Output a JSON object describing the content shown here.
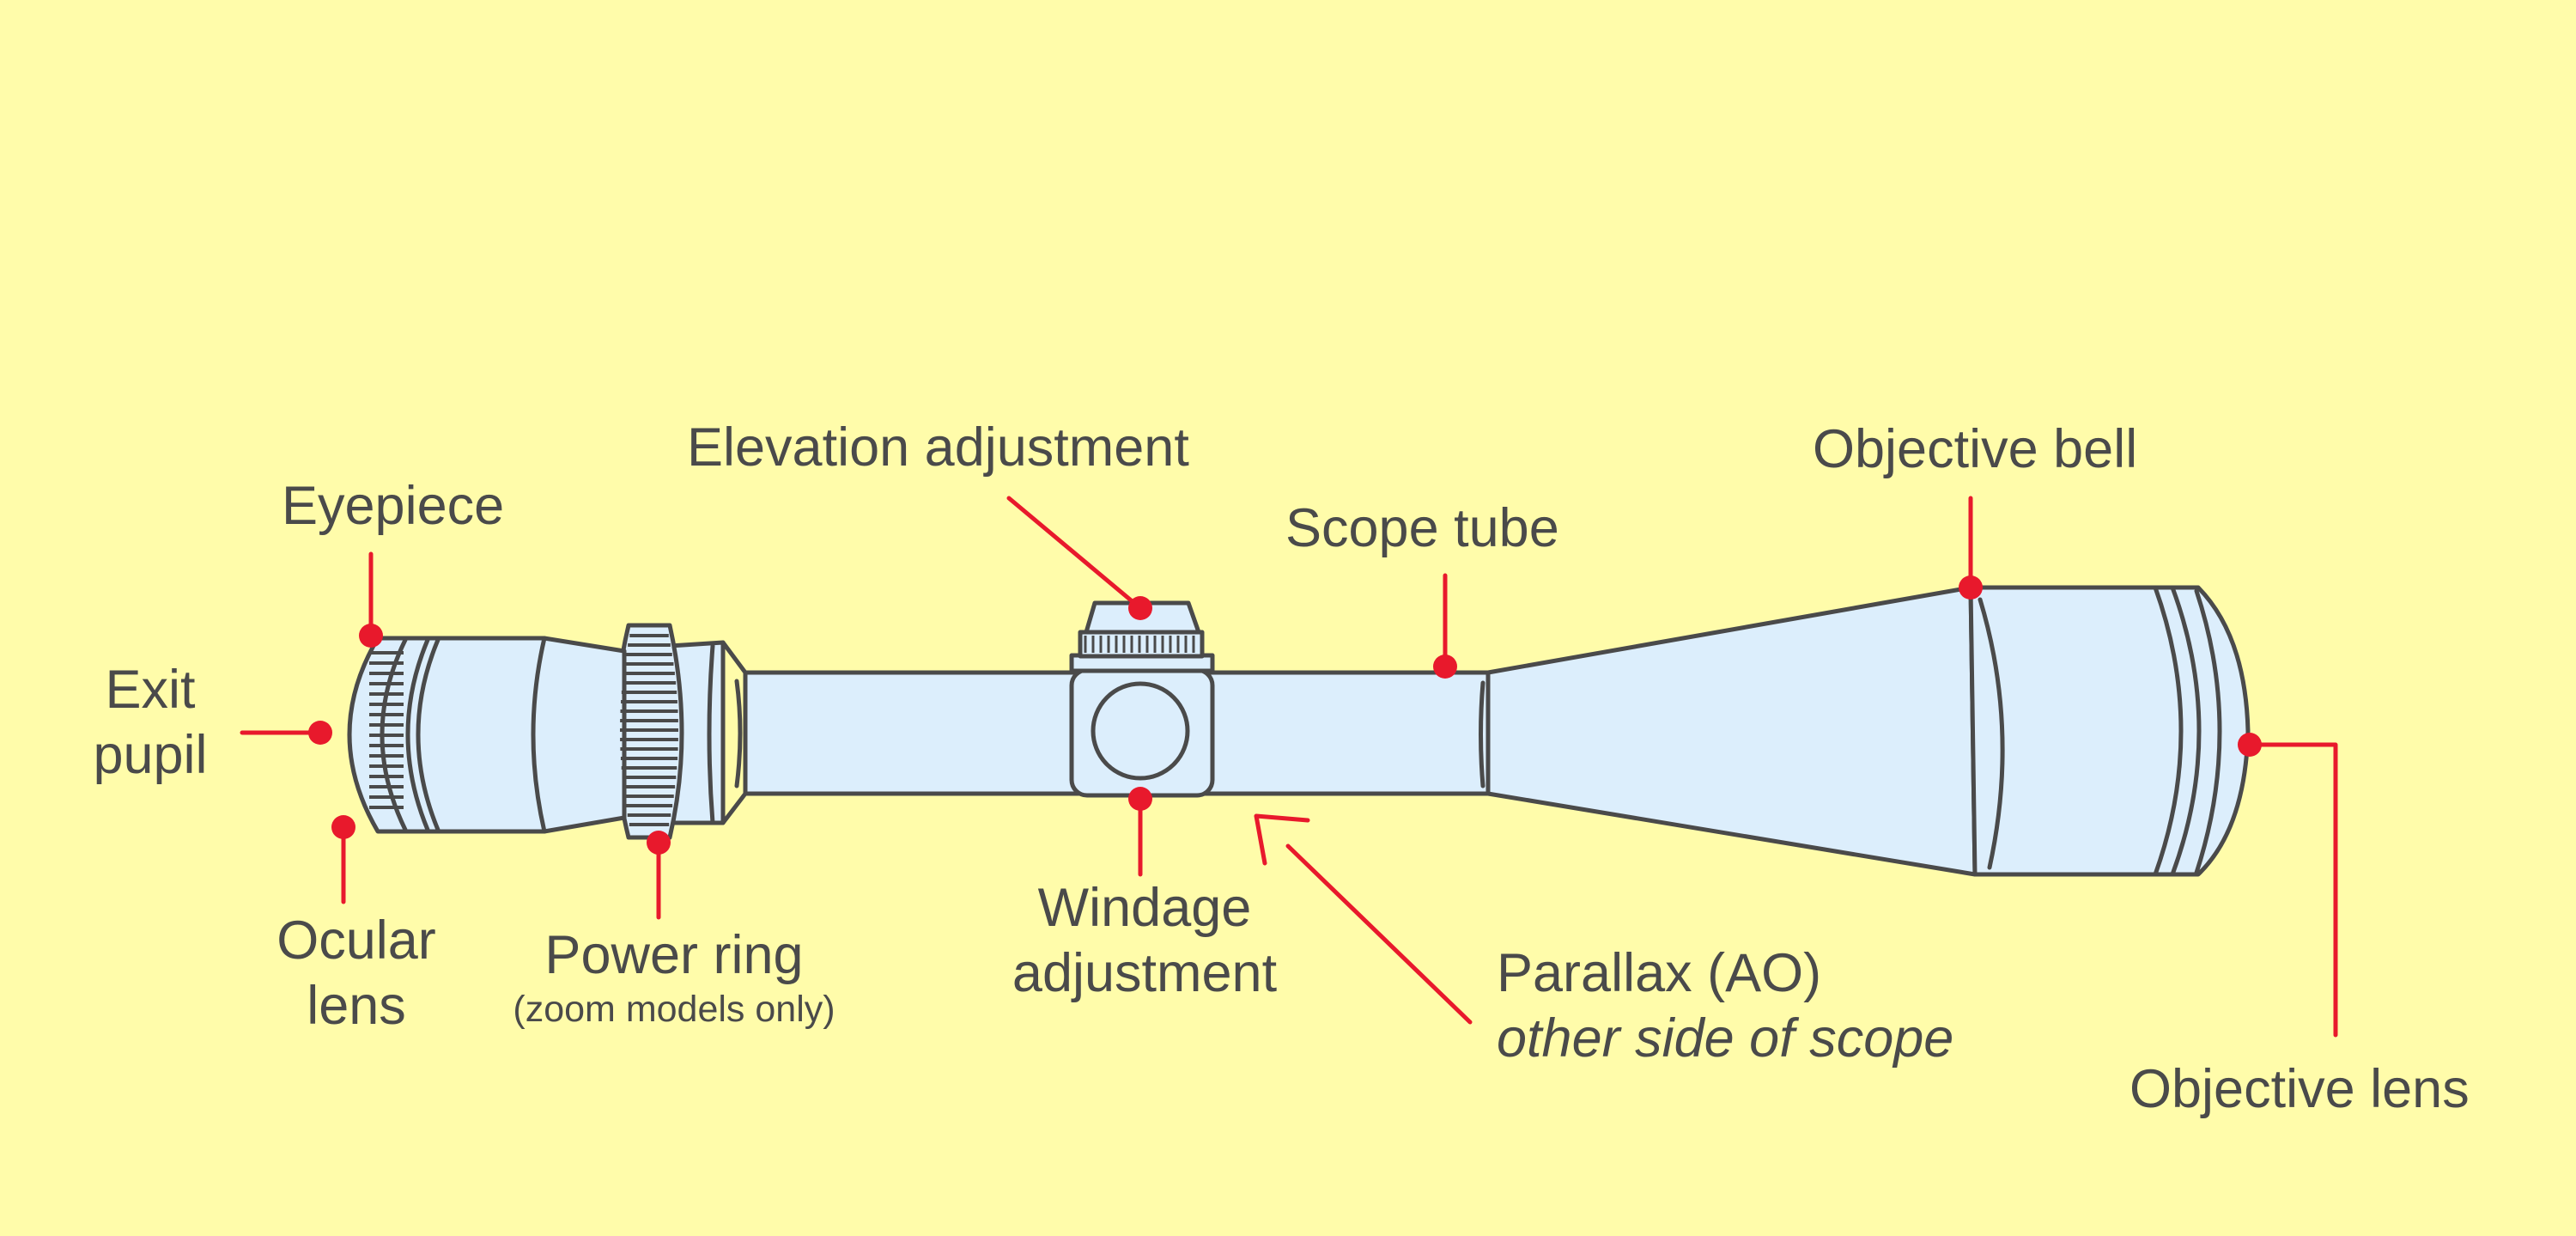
{
  "colors": {
    "background": "#fffcaa",
    "scope_fill": "#dceefc",
    "outline": "#4a4a4a",
    "marker": "#e8192c"
  },
  "labels": {
    "elevation": "Elevation adjustment",
    "eyepiece": "Eyepiece",
    "scope_tube": "Scope tube",
    "objective_bell": "Objective bell",
    "exit_pupil_1": "Exit",
    "exit_pupil_2": "pupil",
    "ocular_lens_1": "Ocular",
    "ocular_lens_2": "lens",
    "power_ring": "Power ring",
    "power_ring_note": "(zoom models only)",
    "windage_1": "Windage",
    "windage_2": "adjustment",
    "parallax": "Parallax (AO)",
    "parallax_note": "other side of scope",
    "objective_lens": "Objective lens"
  }
}
